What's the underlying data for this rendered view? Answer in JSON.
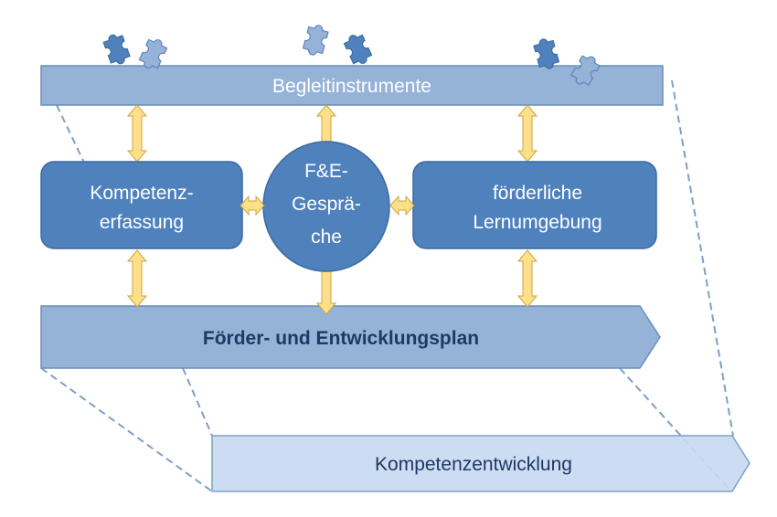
{
  "diagram": {
    "top_bar": {
      "label": "Begleitinstrumente"
    },
    "left_box": {
      "line1": "Kompetenz-",
      "line2": "erfassung"
    },
    "center_circle": {
      "line1": "F&E-",
      "line2": "Gesprä-",
      "line3": "che"
    },
    "right_box": {
      "line1": "förderliche",
      "line2": "Lernumgebung"
    },
    "plan_arrow": {
      "label": "Förder- und Entwicklungsplan"
    },
    "bottom_arrow": {
      "label": "Kompetenzentwicklung"
    },
    "colors": {
      "dark_blue": "#4f81bd",
      "mid_blue": "#95b3d7",
      "light_blue": "#c6d9f1",
      "arrow_yellow": "#ffe08a",
      "dark_text": "#1f3864"
    }
  }
}
